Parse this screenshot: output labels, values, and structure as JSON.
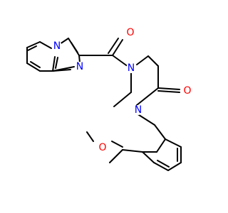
{
  "molecule": {
    "atoms": {
      "n_bridge": {
        "symbol": "N",
        "color": "#0000ff"
      },
      "n_ring": {
        "symbol": "N",
        "color": "#0000ff"
      },
      "o_carbonyl": {
        "symbol": "O",
        "color": "#ff0000"
      },
      "n_amide_acyl": {
        "symbol": "N",
        "color": "#0000ff"
      },
      "o_lactam": {
        "symbol": "O",
        "color": "#ff0000"
      },
      "n_benzyl": {
        "symbol": "N",
        "color": "#0000ff"
      },
      "o_methoxy": {
        "symbol": "O",
        "color": "#ff0000"
      }
    },
    "colors": {
      "bond": "#000000",
      "nitrogen": "#0000ff",
      "oxygen": "#ff0000",
      "background": "#ffffff"
    }
  }
}
